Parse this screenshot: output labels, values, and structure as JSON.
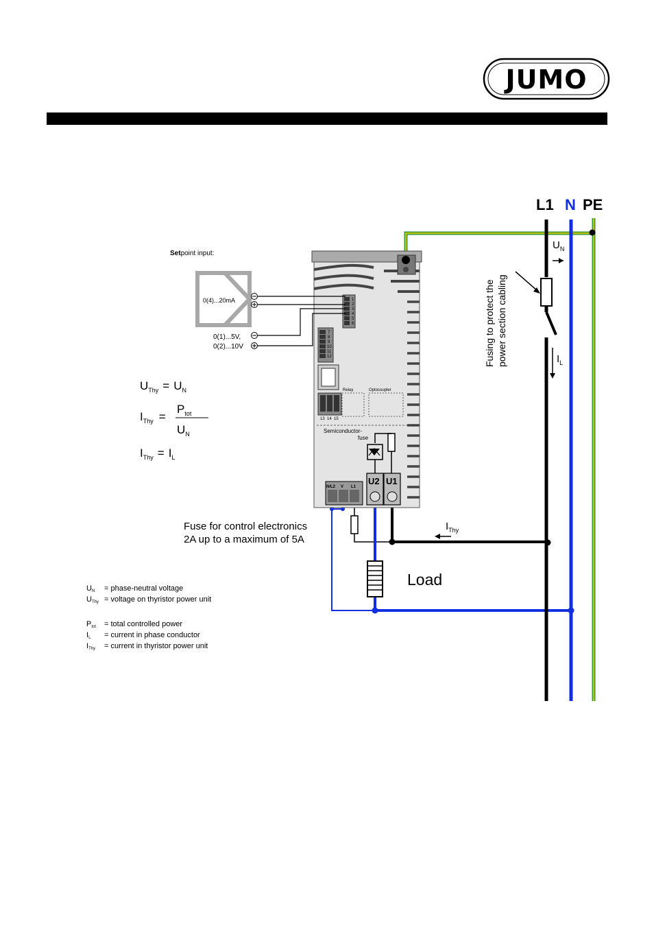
{
  "brand": {
    "logo_text": "JUMO"
  },
  "setpoint": {
    "title_bold": "Set",
    "title_rest": "point input:",
    "current_range": "0(4)...20mA",
    "voltage_range_1": "0(1)...5V,",
    "voltage_range_2": "0(2)...10V"
  },
  "device": {
    "terminals_top": [
      "1",
      "2",
      "3",
      "4",
      "5",
      "6"
    ],
    "terminals_mid": [
      "7",
      "8",
      "9",
      "10",
      "11",
      "12"
    ],
    "terminals_relay": [
      "13",
      "14",
      "15"
    ],
    "relay_label": "Relay",
    "optocoupler_label": "Optocoupler",
    "semiconductor_fuse_1": "Semiconductor-",
    "semiconductor_fuse_2": "fuse",
    "terminal_nl2": "N/L2",
    "terminal_v": "V",
    "terminal_l1": "L1",
    "power_u2": "U2",
    "power_u1": "U1"
  },
  "lines": {
    "l1": "L1",
    "n": "N",
    "pe": "PE",
    "un_main": "U",
    "un_sub": "N",
    "il_main": "I",
    "il_sub": "L",
    "ithy_main": "I",
    "ithy_sub": "Thy"
  },
  "fusing_note_1": "Fusing to protect the",
  "fusing_note_2": "power section cabling",
  "control_fuse_1": "Fuse for control electronics",
  "control_fuse_2": "2A up to a maximum of 5A",
  "load_label": "Load",
  "formulas": {
    "f1_lhs": "U",
    "f1_lhs_sub": "Thy",
    "f1_eq": "=",
    "f1_rhs": "U",
    "f1_rhs_sub": "N",
    "f2_lhs": "I",
    "f2_lhs_sub": "Thy",
    "f2_eq": "=",
    "f2_num": "P",
    "f2_num_sub": "tot",
    "f2_den": "U",
    "f2_den_sub": "N",
    "f3_lhs": "I",
    "f3_lhs_sub": "Thy",
    "f3_eq": "=",
    "f3_rhs": "I",
    "f3_rhs_sub": "L"
  },
  "legend": [
    {
      "sym": "U",
      "sub": "N",
      "text": "= phase-neutral voltage"
    },
    {
      "sym": "U",
      "sub": "Thy",
      "text": "= voltage on thyristor power unit"
    },
    {
      "sym": "P",
      "sub": "tot",
      "text": "= total controlled power"
    },
    {
      "sym": "I",
      "sub": "L",
      "text": "= current in phase conductor"
    },
    {
      "sym": "I",
      "sub": "Thy",
      "text": "= current in thyristor power unit"
    }
  ],
  "colors": {
    "black": "#000000",
    "neutral_blue": "#1030e0",
    "pe_green": "#3a9a3a",
    "pe_yellow": "#e8d000",
    "device_fill": "#e4e4e4",
    "gray": "#a8a8a8"
  }
}
